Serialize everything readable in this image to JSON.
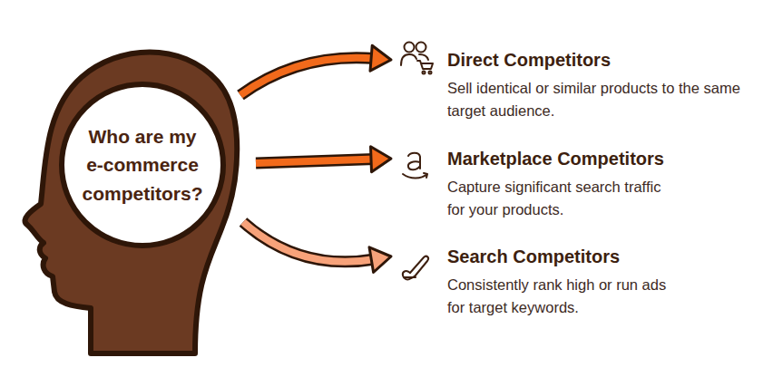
{
  "diagram": {
    "nodes": [
      {
        "text": [
          "Who are my e-commerce competitors?"
        ]
      },
      {
        "text": [
          "Direct Competitors",
          "Sell identical or similar products to the same target audience."
        ]
      },
      {
        "text": [
          "Marketplace Competitors",
          "Capture significant search traffic for your products."
        ]
      },
      {
        "text": [
          "Search Competitors",
          "Consistently rank high or run ads for target keywords."
        ]
      }
    ],
    "edges": [
      {
        "from": 0,
        "to": 1,
        "arrow": "to"
      },
      {
        "from": 0,
        "to": 2,
        "arrow": "to"
      },
      {
        "from": 0,
        "to": 3,
        "arrow": "to"
      }
    ]
  }
}
